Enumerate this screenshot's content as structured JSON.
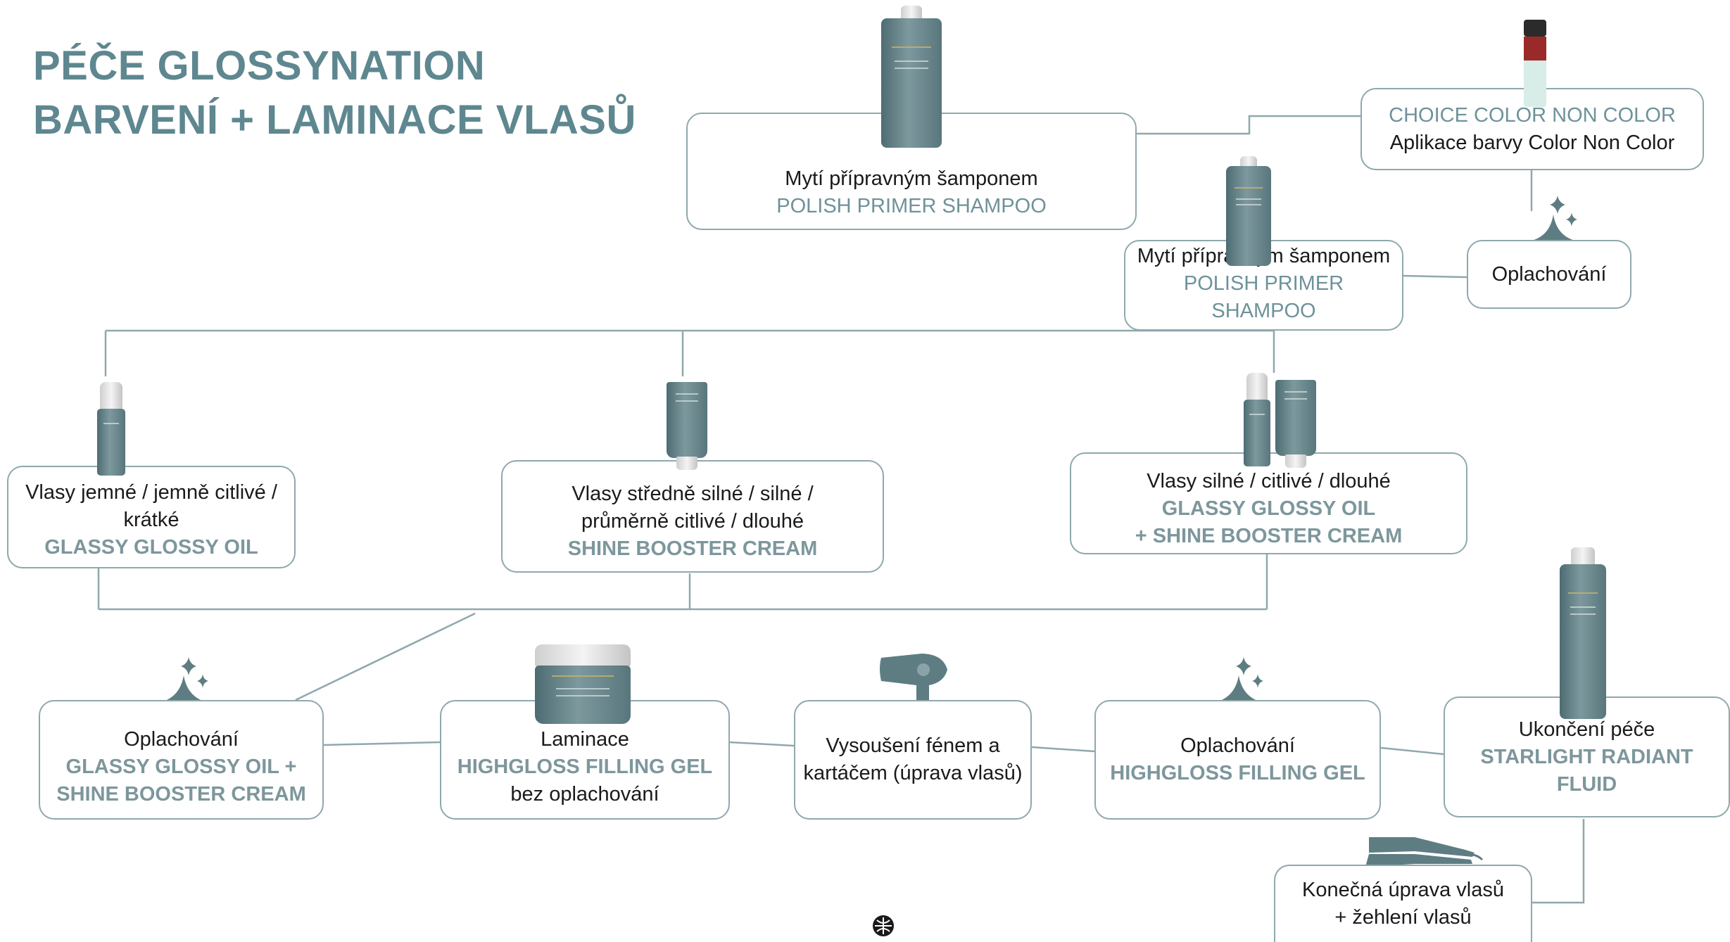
{
  "title": {
    "line1": "PÉČE GLOSSYNATION",
    "line2": "BARVENÍ + LAMINACE VLASŮ"
  },
  "colors": {
    "accent": "#6e929a",
    "title": "#5e8790",
    "border": "#8fa8ae",
    "product_body": "#5e7d83"
  },
  "steps": {
    "wash1": {
      "line1": "Mytí přípravným šamponem",
      "line2": "POLISH PRIMER SHAMPOO"
    },
    "color": {
      "line1": "CHOICE COLOR NON COLOR",
      "line2": "Aplikace barvy Color Non Color"
    },
    "rinse1": {
      "line1": "Oplachování"
    },
    "wash2": {
      "line1": "Mytí přípravným šamponem",
      "line2": "POLISH PRIMER SHAMPOO"
    },
    "fine": {
      "line1": "Vlasy jemné / jemně citlivé /",
      "line2": "krátké",
      "product": "GLASSY GLOSSY OIL"
    },
    "medium": {
      "line1": "Vlasy středně silné / silné /",
      "line2": "průměrně citlivé / dlouhé",
      "product": "SHINE BOOSTER CREAM"
    },
    "strong": {
      "line1": "Vlasy silné / citlivé / dlouhé",
      "product1": "GLASSY GLOSSY OIL",
      "product2": "+ SHINE BOOSTER CREAM"
    },
    "rinse2": {
      "line1": "Oplachování",
      "line2": "GLASSY GLOSSY OIL +",
      "line3": "SHINE BOOSTER CREAM"
    },
    "lamination": {
      "line1": "Laminace",
      "line2": "HIGHGLOSS FILLING GEL",
      "line3": "bez oplachování"
    },
    "dry": {
      "line1": "Vysoušení fénem a",
      "line2": "kartáčem (úprava vlasů)"
    },
    "rinse3": {
      "line1": "Oplachování",
      "line2": "HIGHGLOSS FILLING GEL"
    },
    "finish": {
      "line1": "Ukončení péče",
      "line2": "STARLIGHT RADIANT FLUID"
    },
    "styling": {
      "line1": "Konečná úprava vlasů",
      "line2": "+ žehlení vlasů"
    }
  },
  "icons": [
    "sparkle-icon",
    "hair-dryer-icon",
    "flat-iron-icon",
    "brand-logo-icon"
  ]
}
